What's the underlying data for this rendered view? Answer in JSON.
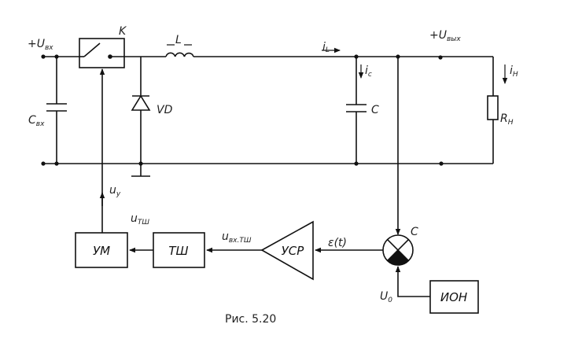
{
  "figure": {
    "caption": "Рис. 5.20",
    "title": "Buck converter with feedback control loop"
  },
  "power_stage": {
    "input_terminal": {
      "label": "+U",
      "sub": "вх"
    },
    "switch": {
      "label": "K"
    },
    "inductor": {
      "label": "L"
    },
    "diode": {
      "label": "VD"
    },
    "input_capacitor": {
      "label": "C",
      "sub": "вх"
    },
    "output_capacitor": {
      "label": "C"
    },
    "load_resistor": {
      "label": "R",
      "sub": "Н"
    },
    "output_terminal": {
      "label": "+U",
      "sub": "вых"
    },
    "currents": {
      "inductor_current": {
        "label": "i",
        "sub": "L"
      },
      "capacitor_current": {
        "label": "i",
        "sub": "c"
      },
      "load_current": {
        "label": "i",
        "sub": "Н"
      }
    }
  },
  "control_loop": {
    "control_signal": {
      "label": "u",
      "sub": "у"
    },
    "pwm_output": {
      "label": "u",
      "sub": "ТШ"
    },
    "pwm_input": {
      "label": "u",
      "sub": "вх.ТШ"
    },
    "error_signal": {
      "label": "ε(t)"
    },
    "reference_voltage": {
      "label": "U",
      "sub": "0"
    },
    "comparator": {
      "label": "C"
    },
    "blocks": {
      "power_amp": "УМ",
      "pwm": "ТШ",
      "error_amp": "УСР",
      "reference": "ИОН"
    }
  }
}
